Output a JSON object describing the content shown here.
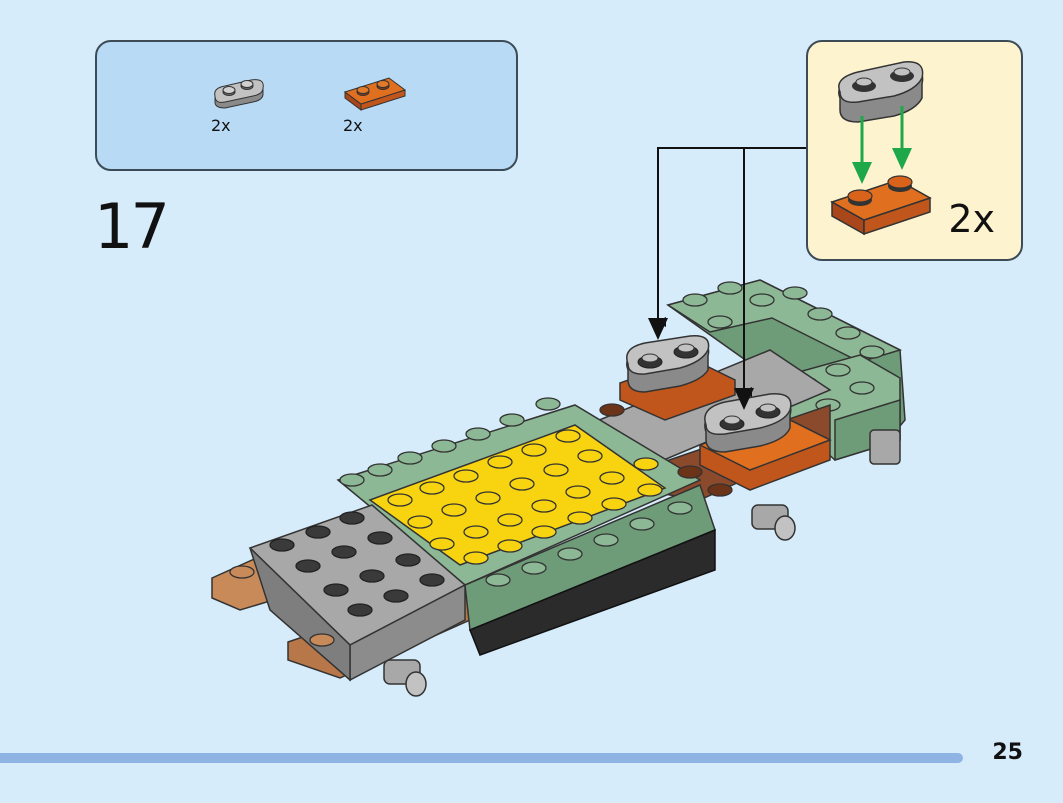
{
  "parts_list": [
    {
      "icon": "grey-1x2-rounded-plate-icon",
      "quantity": "2x",
      "color": "#b3b3b3"
    },
    {
      "icon": "orange-1x2-plate-icon",
      "quantity": "2x",
      "color": "#d9631a"
    }
  ],
  "step": {
    "number": "17"
  },
  "callout": {
    "quantity": "2x"
  },
  "page": {
    "number": "25"
  },
  "colors": {
    "background": "#d6ecfb",
    "parts_box": "#b9daf4",
    "callout_box": "#fdf4cf",
    "footer_bar": "#8fb4e3",
    "sand_green": "#8db895",
    "yellow": "#f8d410",
    "grey": "#a8a8a8",
    "dark_grey": "#5a5a5a",
    "orange": "#d9631a",
    "brown": "#8b4a2b",
    "arrow_green": "#1fa84a"
  }
}
